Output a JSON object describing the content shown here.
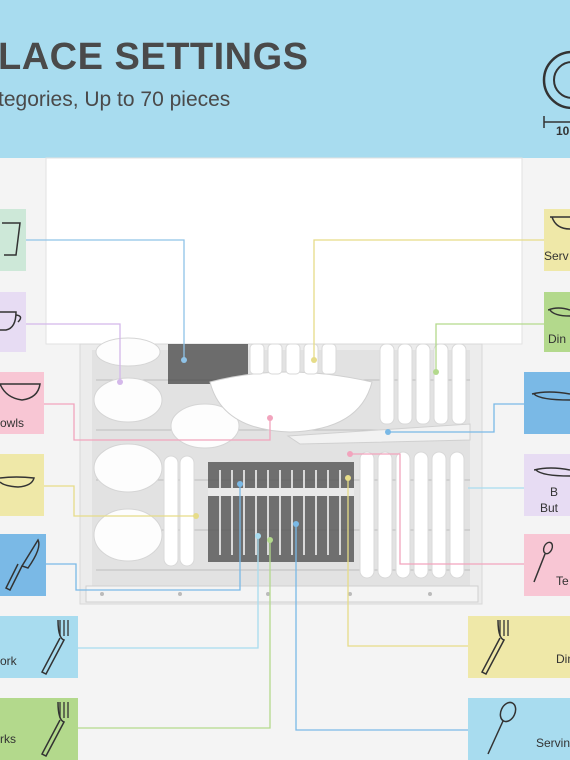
{
  "header": {
    "title": "LACE SETTINGS",
    "subtitle": "tegories, Up to 70 pieces",
    "plate_size_label": "10"
  },
  "colors": {
    "header_bg": "#a8dcef",
    "green": "#cde8d8",
    "purple": "#e7dcf3",
    "pink": "#f8c6d4",
    "yellow": "#efe8a8",
    "blue": "#7ab9e6",
    "sky": "#a8dcef",
    "olive": "#b3d98c"
  },
  "left_items": [
    {
      "icon": "glass-icon",
      "label": ""
    },
    {
      "icon": "teacup-icon",
      "label": ""
    },
    {
      "icon": "bowl-icon",
      "label": "owls"
    },
    {
      "icon": "saucer-icon",
      "label": ""
    },
    {
      "icon": "knife-icon",
      "label": ""
    },
    {
      "icon": "fork-icon",
      "label": "ork"
    },
    {
      "icon": "fork-icon",
      "label": "rks"
    }
  ],
  "right_items": [
    {
      "icon": "serving-bowl-icon",
      "label": "Serv"
    },
    {
      "icon": "dinner-plate-icon",
      "label": "Din"
    },
    {
      "icon": "dessert-plate-icon",
      "label": ""
    },
    {
      "icon": "bread-butter-plate-icon",
      "label": "B\nBut"
    },
    {
      "icon": "teaspoon-icon",
      "label": "Te"
    },
    {
      "icon": "dinner-fork-icon",
      "label": "Din"
    },
    {
      "icon": "serving-spoon-icon",
      "label": "Servin"
    }
  ]
}
